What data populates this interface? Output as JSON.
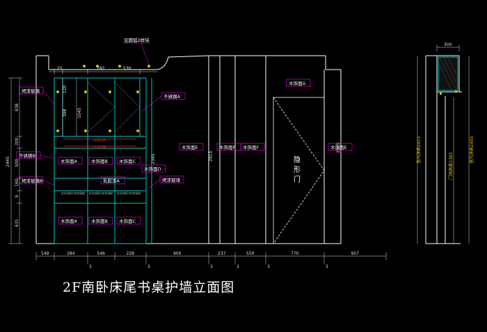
{
  "title": "2F南卧床尾书桌护墙立面图",
  "top_note": "见圆弧2样块",
  "colors": {
    "background": "#000000",
    "wall": "#ffffff",
    "cabinet": "#00c8c8",
    "dimension": "#e0e0e0",
    "label": "#e000e0",
    "tag_text": "#ffffff",
    "led": "#ff2020",
    "yellow": "#e0c000"
  },
  "labels": {
    "wood_veneer_a": "木饰面A",
    "wood_veneer_b": "木饰面B",
    "wood_veneer_c": "木饰面C",
    "wood_veneer_d": "木饰面D",
    "wood_veneer_e": "木饰面E",
    "wood_veneer_f": "木饰面F",
    "wood_veneer_g": "木饰面G",
    "paint_a": "乳胶漆A",
    "lacquer_a": "烤漆玻璃",
    "lacquer_b": "烤漆玻璃B",
    "metal_a": "不锈钢A",
    "metal_b": "不锈钢B",
    "led_strip": "LED灯带",
    "hidden_door_1": "隐",
    "hidden_door_2": "形",
    "hidden_door_3": "门",
    "drawer_note": "此处抽屉内安装插座"
  },
  "top_dims": [
    "25",
    "282",
    "530"
  ],
  "bottom_dims": [
    "549",
    "284",
    "546",
    "228",
    "900",
    "237",
    "550",
    "770",
    "957"
  ],
  "sub_dims": [
    "3",
    "3",
    "3",
    "3",
    "3",
    "3"
  ],
  "left_dims": [
    "838",
    "200",
    "500",
    "160",
    "9",
    "631",
    "2445"
  ],
  "inner_dims": [
    "120",
    "398",
    "1045",
    "2345",
    "2915",
    "2985"
  ],
  "side_dims": {
    "top": "300",
    "v1": "室内净高2915",
    "v2": "门洞高度2385",
    "v3": "室内净高2450"
  }
}
